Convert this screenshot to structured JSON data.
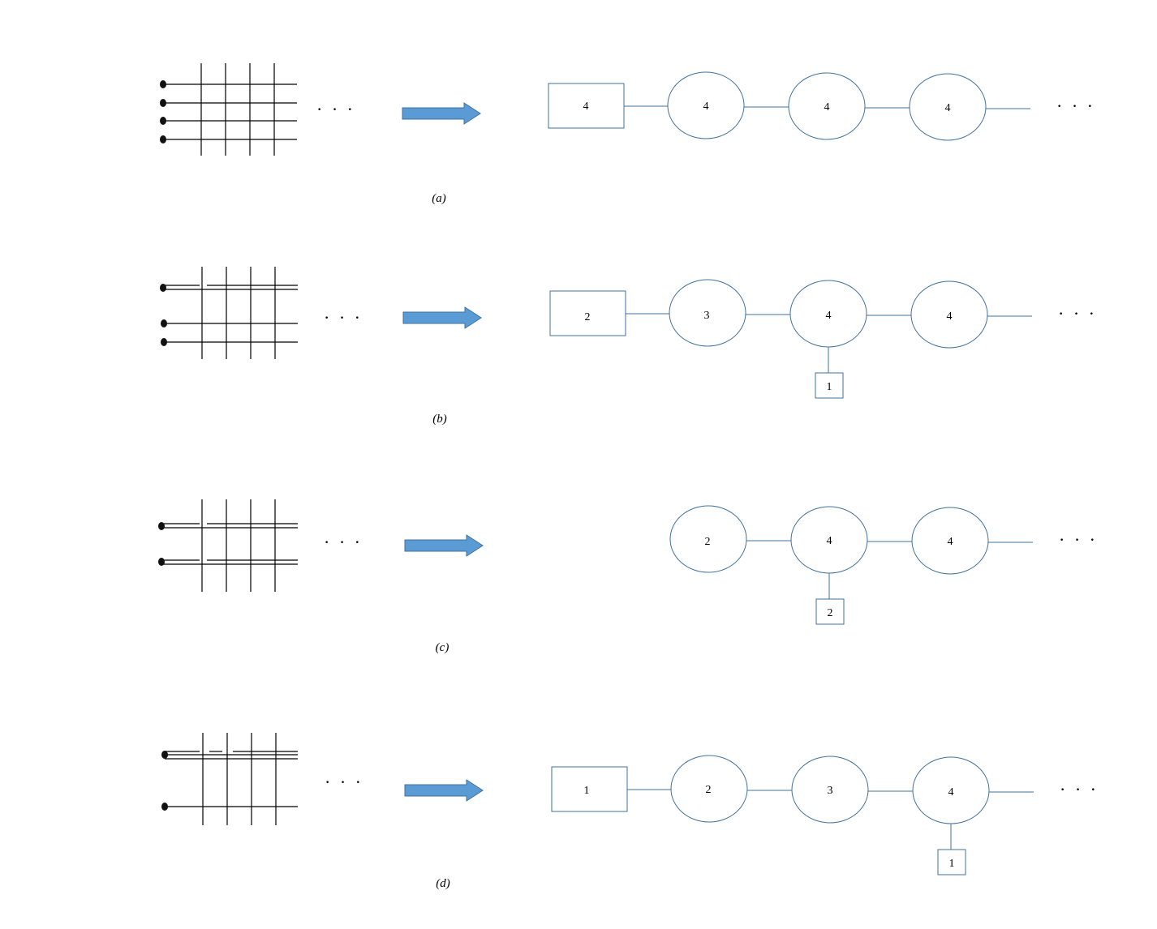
{
  "colors": {
    "tree_stroke": "#41719C",
    "arrow_fill": "#5B9BD5",
    "arrow_stroke": "#41719C",
    "grid_stroke": "#000000",
    "dot_fill": "#111111"
  },
  "continuation_symbol": "· · ·",
  "panels": [
    {
      "id": "a",
      "caption": "(a)",
      "grid_wire_count": 4,
      "tree": {
        "head_box": "4",
        "nodes": [
          "4",
          "4",
          "4"
        ],
        "leaf_box": null,
        "leaf_box_under_node": null
      }
    },
    {
      "id": "b",
      "caption": "(b)",
      "grid_wire_count": 3,
      "tree": {
        "head_box": "2",
        "nodes": [
          "3",
          "4",
          "4"
        ],
        "leaf_box": "1",
        "leaf_box_under_node": 2
      }
    },
    {
      "id": "c",
      "caption": "(c)",
      "grid_wire_count": 2,
      "tree": {
        "head_box": null,
        "nodes": [
          "2",
          "4",
          "4"
        ],
        "leaf_box": "2",
        "leaf_box_under_node": 2
      }
    },
    {
      "id": "d",
      "caption": "(d)",
      "grid_wire_count": 2,
      "tree": {
        "head_box": "1",
        "nodes": [
          "2",
          "3",
          "4"
        ],
        "leaf_box": "1",
        "leaf_box_under_node": 3
      }
    }
  ]
}
